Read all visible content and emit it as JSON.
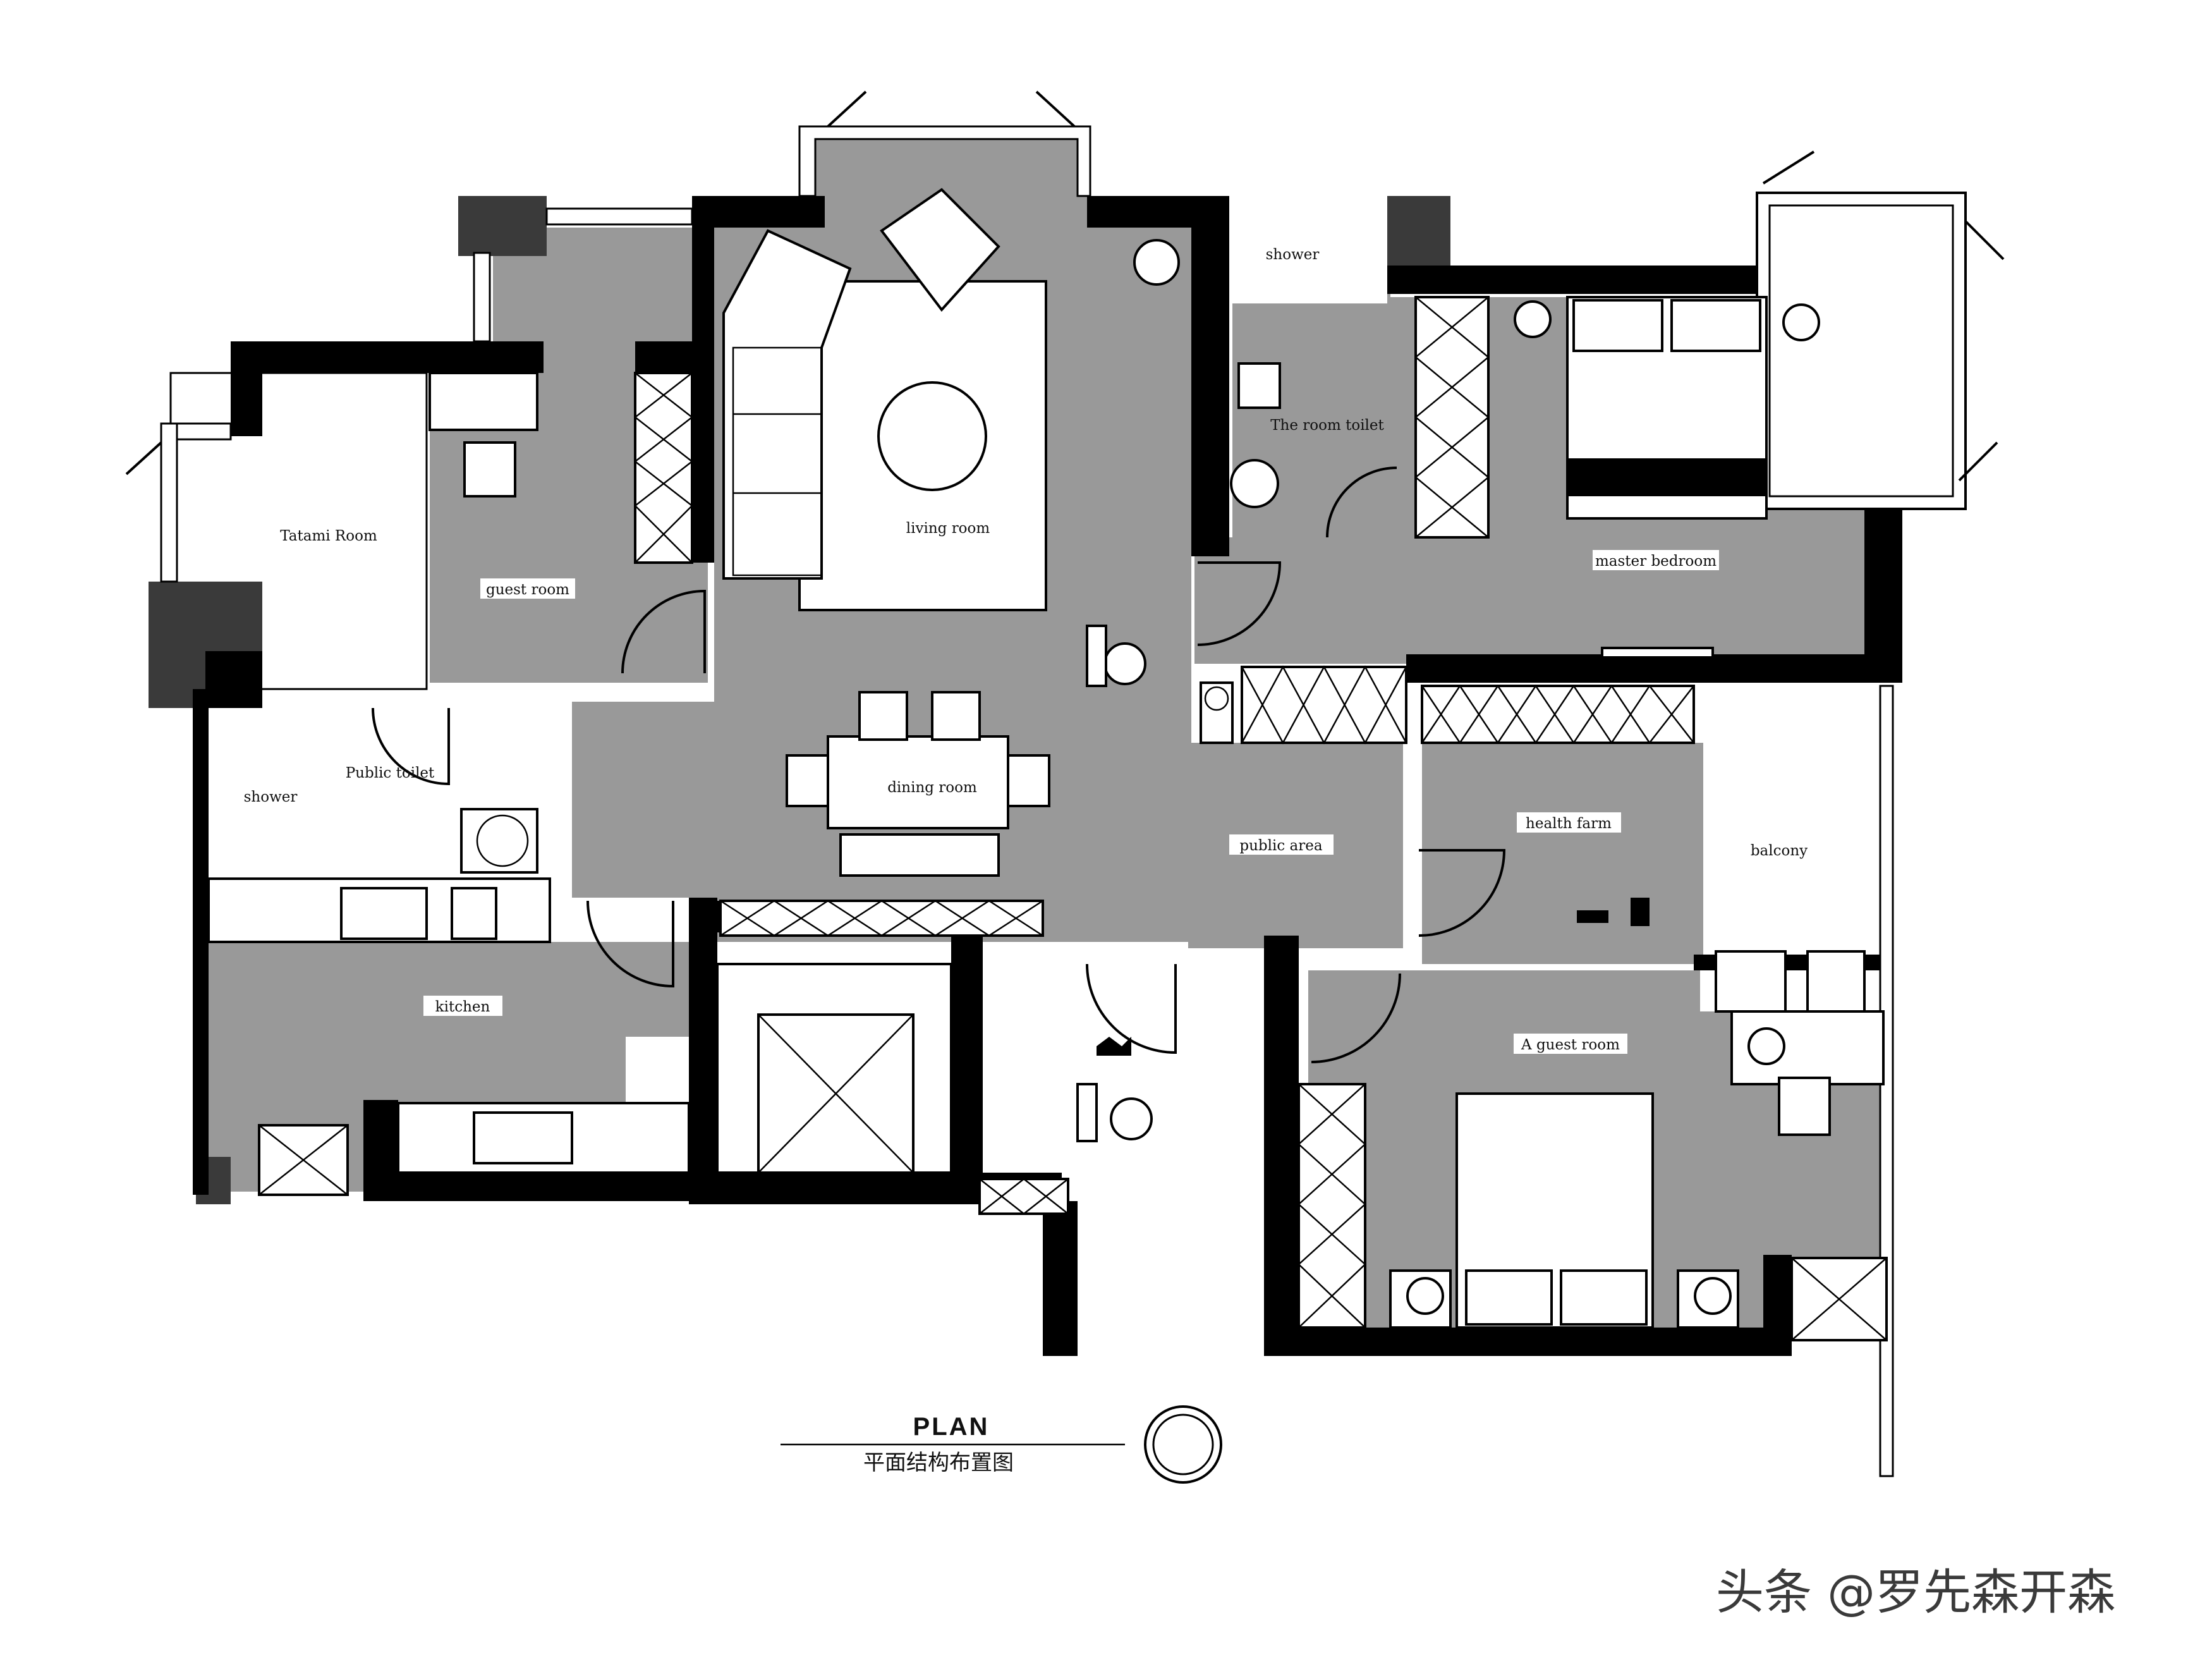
{
  "plan": {
    "title": "PLAN",
    "subtitle": "平面结构布置图"
  },
  "rooms": {
    "tatami_room": "Tatami Room",
    "guest_room": "guest room",
    "living_room": "living room",
    "dining_room": "dining room",
    "shower_upper": "shower",
    "room_toilet": "The room toilet",
    "master_bedroom": "master bedroom",
    "shower_lower": "shower",
    "public_toilet": "Public toilet",
    "kitchen": "kitchen",
    "public_area": "public area",
    "health_farm": "health farm",
    "balcony": "balcony",
    "a_guest_room": "A guest room"
  },
  "watermark": "头条 @罗先森开森",
  "colors": {
    "wall": "#000000",
    "floor": "#999999",
    "white_area": "#ffffff"
  }
}
